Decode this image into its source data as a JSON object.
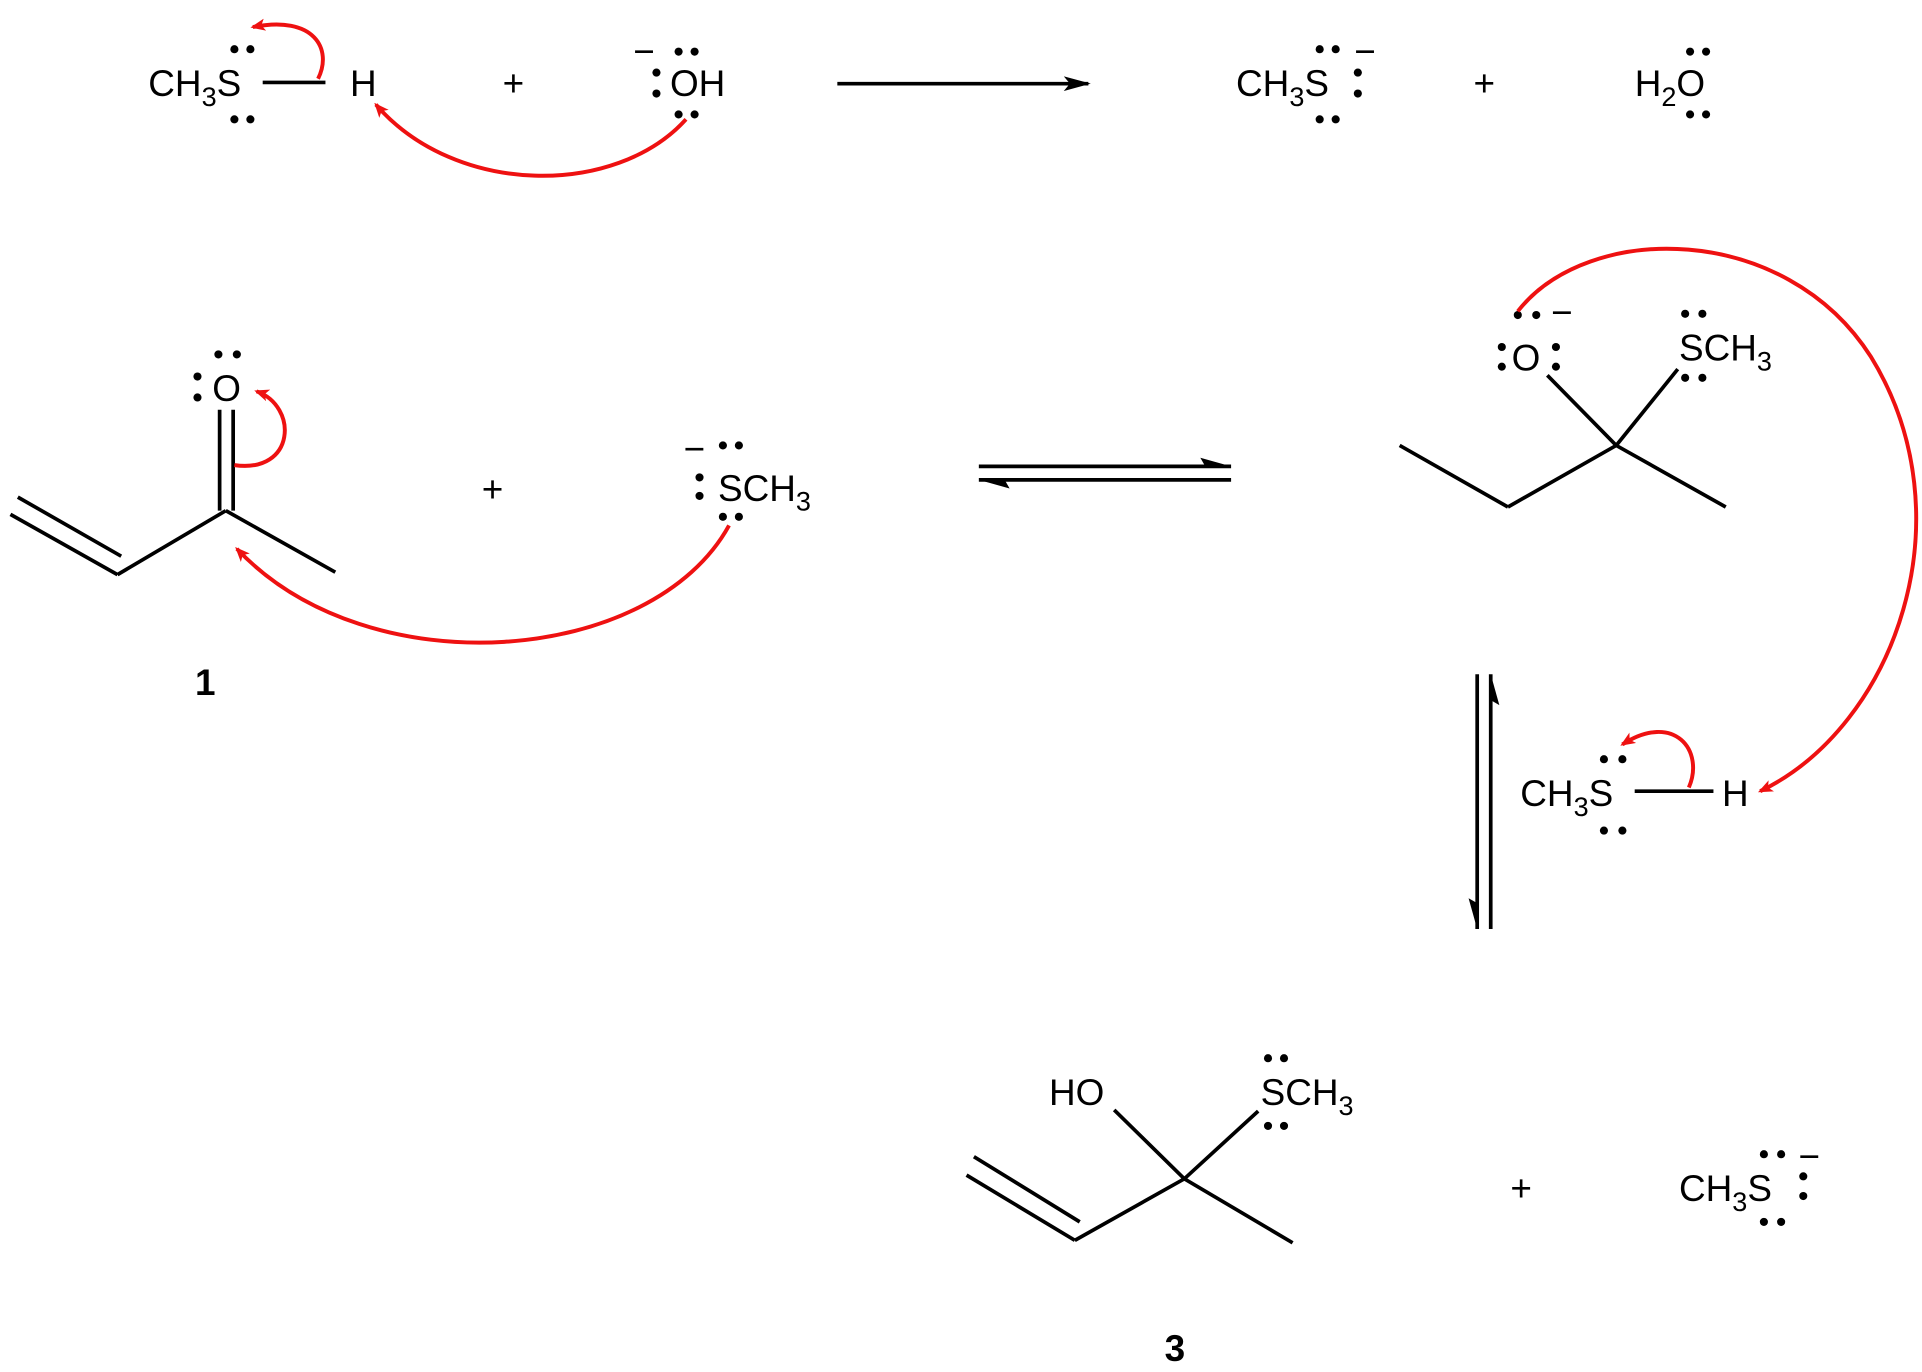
{
  "colors": {
    "bond": "#000000",
    "electron_arrow": "#ee1111"
  },
  "step1": {
    "reactant1": {
      "a": "CH",
      "sub": "3",
      "b": "S",
      "h": "H"
    },
    "plus": "+",
    "reactant2": {
      "charge": "−",
      "text": "OH"
    },
    "product1": {
      "a": "CH",
      "sub": "3",
      "b": "S",
      "charge": "−"
    },
    "plus2": "+",
    "product2": {
      "a": "H",
      "sub": "2",
      "b": "O"
    }
  },
  "step2": {
    "compound1": {
      "o": "O",
      "label": "1"
    },
    "plus": "+",
    "nucleophile": {
      "charge": "−",
      "a": "SCH",
      "sub": "3"
    },
    "intermediate": {
      "o": "O",
      "charge": "−",
      "a": "SCH",
      "sub": "3"
    },
    "thiol": {
      "a": "CH",
      "sub": "3",
      "b": "S",
      "h": "H"
    }
  },
  "step3": {
    "product3": {
      "ho": "HO",
      "a": "SCH",
      "sub": "3",
      "label": "3"
    },
    "plus": "+",
    "thiolate": {
      "a": "CH",
      "sub": "3",
      "b": "S",
      "charge": "−"
    }
  }
}
